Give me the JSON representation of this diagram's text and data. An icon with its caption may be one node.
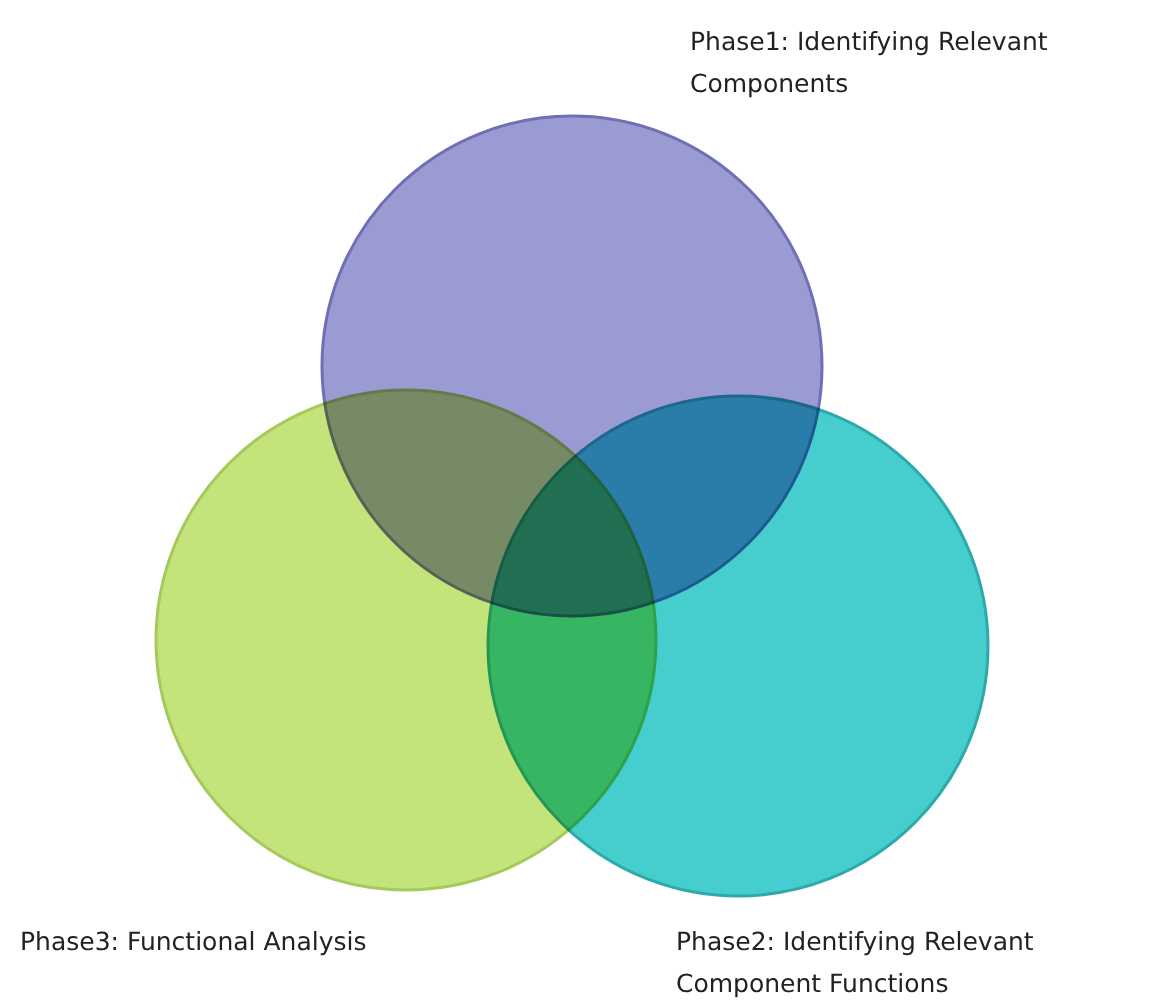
{
  "diagram": {
    "nodes": [
      {
        "text": [],
        "shape": "circle",
        "beside": [
          "Phase1: Identifying Relevant Components"
        ]
      },
      {
        "text": [],
        "shape": "circle",
        "beside": [
          "Phase3: Functional Analysis"
        ]
      },
      {
        "text": [],
        "shape": "circle",
        "beside": [
          "Phase2: Identifying Relevant Component Functions"
        ]
      }
    ]
  }
}
